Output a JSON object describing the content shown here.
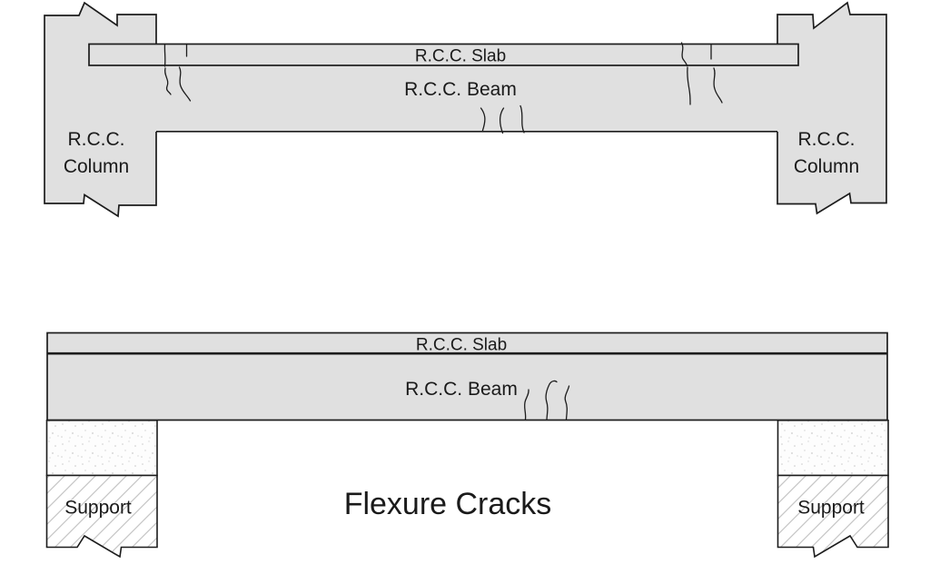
{
  "colors": {
    "background": "#ffffff",
    "concrete": "#e0e0e0",
    "outline": "#1c1c1c",
    "text": "#1a1a1a",
    "hatch_line": "#c5c5c5",
    "stipple_dot": "#cccccc"
  },
  "top_diagram": {
    "slab_label": "R.C.C. Slab",
    "beam_label": "R.C.C. Beam",
    "left_column": {
      "line1": "R.C.C.",
      "line2": "Column"
    },
    "right_column": {
      "line1": "R.C.C.",
      "line2": "Column"
    }
  },
  "bottom_diagram": {
    "slab_label": "R.C.C. Slab",
    "beam_label": "R.C.C. Beam",
    "left_support_label": "Support",
    "right_support_label": "Support",
    "caption": "Flexure Cracks"
  }
}
